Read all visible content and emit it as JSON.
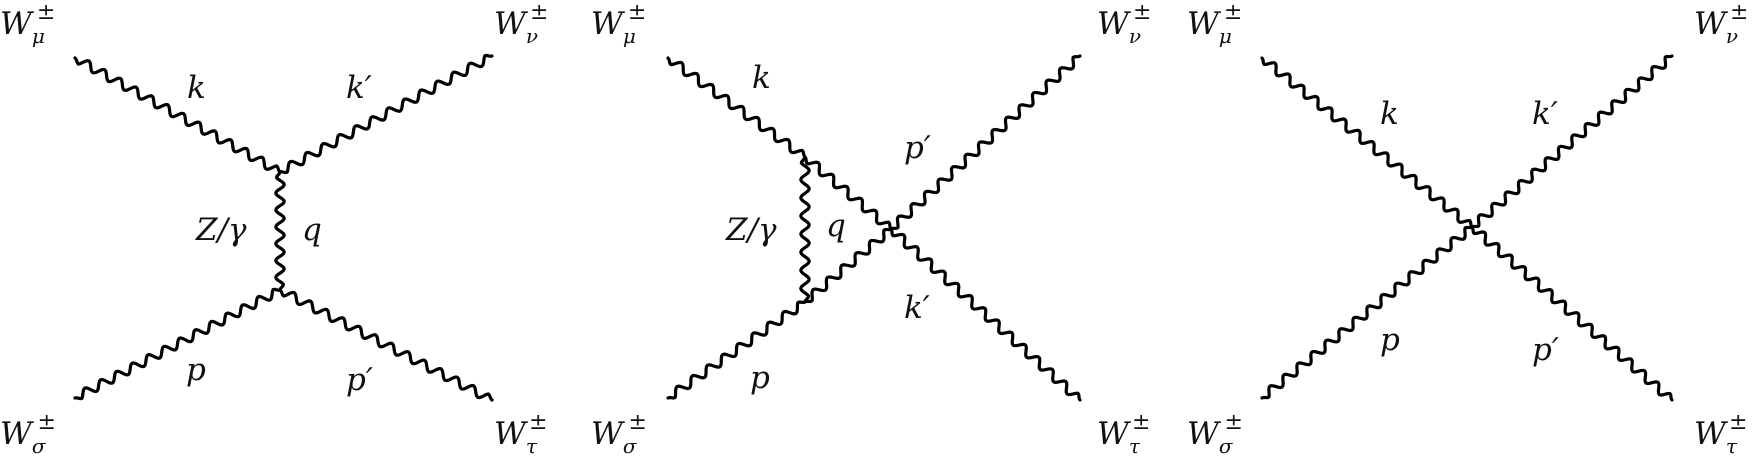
{
  "diagrams": [
    {
      "name": "diagram-1",
      "ext": {
        "tl": {
          "base": "W",
          "sub": "μ",
          "sup": "±"
        },
        "tr": {
          "base": "W",
          "sub": "ν",
          "sup": "±"
        },
        "bl": {
          "base": "W",
          "sub": "σ",
          "sup": "±"
        },
        "br": {
          "base": "W",
          "sub": "τ",
          "sup": "±"
        }
      },
      "momenta": {
        "k": "k",
        "kp": "k′",
        "p": "p",
        "pp": "p′",
        "q": "q"
      },
      "boson": "Z/γ"
    },
    {
      "name": "diagram-2",
      "ext": {
        "tl": {
          "base": "W",
          "sub": "μ",
          "sup": "±"
        },
        "tr": {
          "base": "W",
          "sub": "ν",
          "sup": "±"
        },
        "bl": {
          "base": "W",
          "sub": "σ",
          "sup": "±"
        },
        "br": {
          "base": "W",
          "sub": "τ",
          "sup": "±"
        }
      },
      "momenta": {
        "k": "k",
        "kp": "k′",
        "p": "p",
        "pp": "p′",
        "q": "q"
      },
      "boson": "Z/γ"
    },
    {
      "name": "diagram-3",
      "ext": {
        "tl": {
          "base": "W",
          "sub": "μ",
          "sup": "±"
        },
        "tr": {
          "base": "W",
          "sub": "ν",
          "sup": "±"
        },
        "bl": {
          "base": "W",
          "sub": "σ",
          "sup": "±"
        },
        "br": {
          "base": "W",
          "sub": "τ",
          "sup": "±"
        }
      },
      "momenta": {
        "k": "k",
        "kp": "k′",
        "p": "p",
        "pp": "p′"
      }
    }
  ]
}
